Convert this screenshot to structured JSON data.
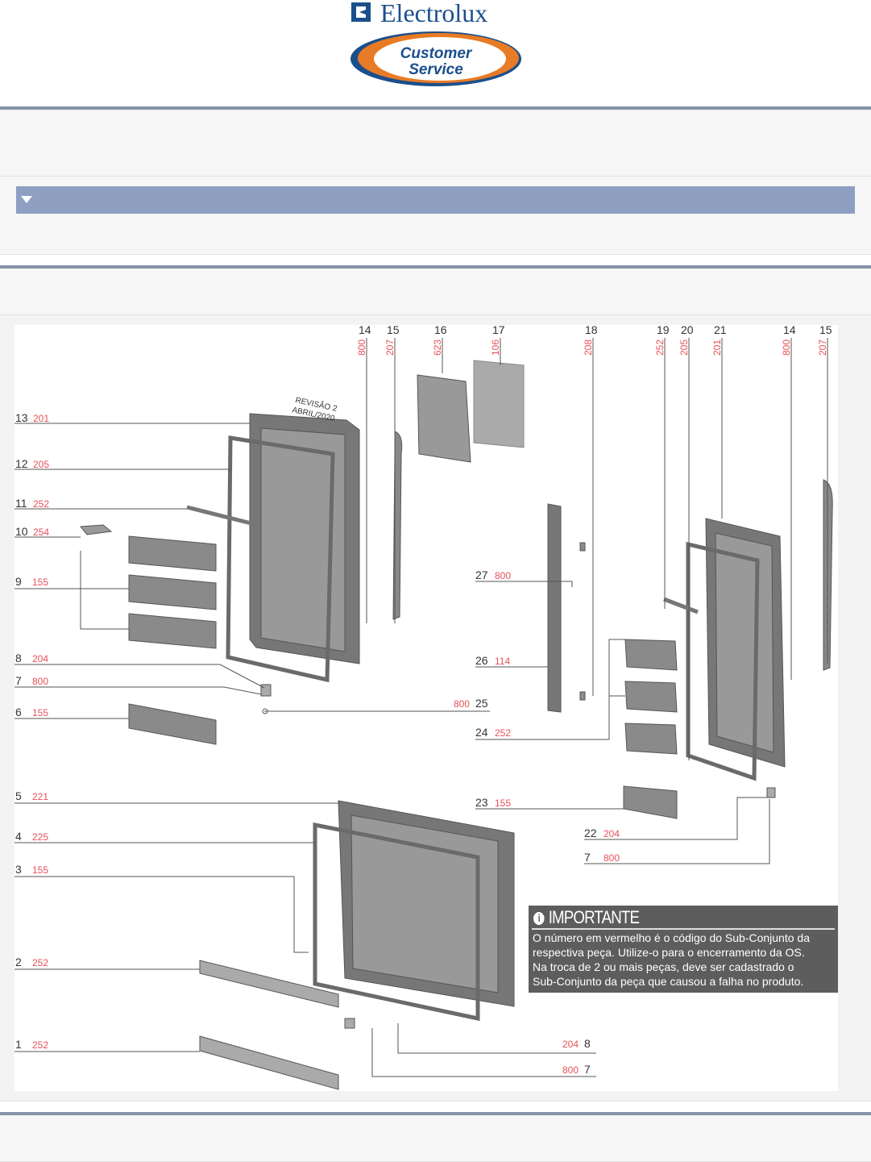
{
  "header": {
    "brand": "Electrolux",
    "badge_line1": "Customer",
    "badge_line2": "Service"
  },
  "colors": {
    "brand_blue": "#1b4f8c",
    "brand_orange": "#e87b25",
    "bar": "#8592a8",
    "collapse": "#8e9fc2",
    "code_red": "#e8505a"
  },
  "diagram": {
    "revision_line1": "REVISÃO 2",
    "revision_line2": "ABRIL/2020",
    "top_callouts": [
      {
        "num": "14",
        "code": "800"
      },
      {
        "num": "15",
        "code": "207"
      },
      {
        "num": "16",
        "code": "623"
      },
      {
        "num": "17",
        "code": "106"
      },
      {
        "num": "18",
        "code": "208"
      },
      {
        "num": "19",
        "code": "252"
      },
      {
        "num": "20",
        "code": "205"
      },
      {
        "num": "21",
        "code": "201"
      },
      {
        "num": "14",
        "code": "800"
      },
      {
        "num": "15",
        "code": "207"
      }
    ],
    "left_callouts": [
      {
        "num": "13",
        "code": "201"
      },
      {
        "num": "12",
        "code": "205"
      },
      {
        "num": "11",
        "code": "252"
      },
      {
        "num": "10",
        "code": "254"
      },
      {
        "num": "9",
        "code": "155"
      },
      {
        "num": "8",
        "code": "204"
      },
      {
        "num": "7",
        "code": "800"
      },
      {
        "num": "6",
        "code": "155"
      },
      {
        "num": "5",
        "code": "221"
      },
      {
        "num": "4",
        "code": "225"
      },
      {
        "num": "3",
        "code": "155"
      },
      {
        "num": "2",
        "code": "252"
      },
      {
        "num": "1",
        "code": "252"
      }
    ],
    "mid_callouts": [
      {
        "num": "27",
        "code": "800"
      },
      {
        "num": "26",
        "code": "114"
      },
      {
        "num": "25",
        "code": "800"
      },
      {
        "num": "24",
        "code": "252"
      },
      {
        "num": "23",
        "code": "155"
      },
      {
        "num": "22",
        "code": "204"
      },
      {
        "num": "7",
        "code": "800"
      },
      {
        "num": "8",
        "code": "204"
      },
      {
        "num": "7",
        "code": "800"
      }
    ]
  },
  "important": {
    "title": "IMPORTANTE",
    "icon": "info-icon",
    "text": [
      "O número em vermelho é o código do Sub-Conjunto da",
      "respectiva peça. Utilize-o para o encerramento da OS.",
      "Na troca de 2 ou mais peças, deve ser cadastrado o",
      "Sub-Conjunto da peça que causou a falha no produto."
    ]
  }
}
